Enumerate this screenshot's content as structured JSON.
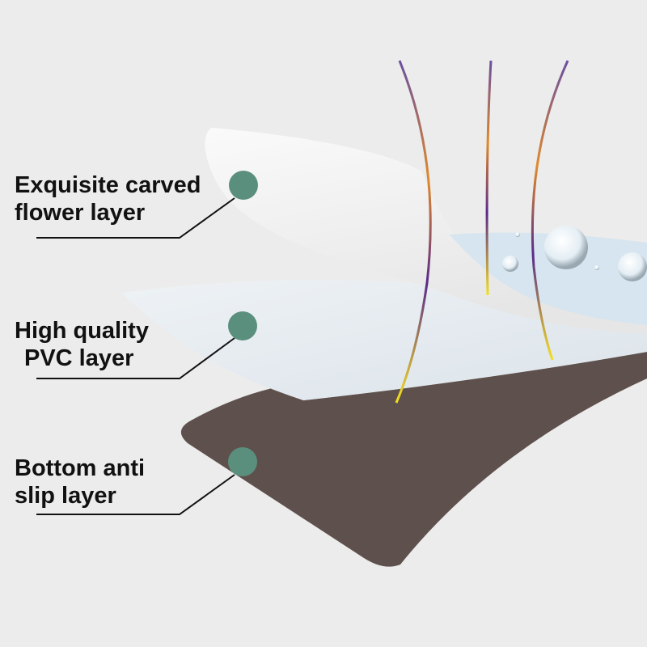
{
  "labels": [
    {
      "line1": "Exquisite carved",
      "line2": "flower layer"
    },
    {
      "line1": "High quality",
      "line2": "PVC layer"
    },
    {
      "line1": "Bottom anti",
      "line2": "slip layer"
    }
  ],
  "colors": {
    "background": "#ececec",
    "marker": "#5b8f7d",
    "bottom_layer": "#5e504c",
    "pvc_layer": "#e2e9ef",
    "top_layer": "#ffffff",
    "underside": "#d6e5ef"
  }
}
